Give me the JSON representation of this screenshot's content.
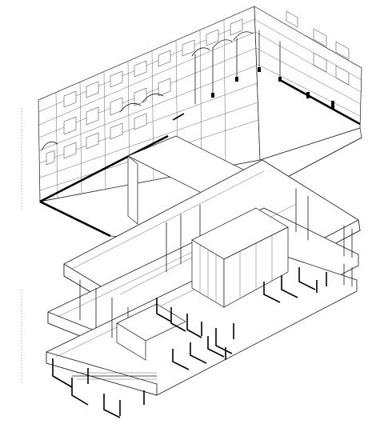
{
  "diagram": {
    "type": "exploded-axonometric-drawing",
    "ink_color": "#1a1a1a",
    "background_color": "#ffffff",
    "parts": [
      {
        "name": "upper-hall-volume"
      },
      {
        "name": "lower-floor-slabs"
      }
    ]
  }
}
